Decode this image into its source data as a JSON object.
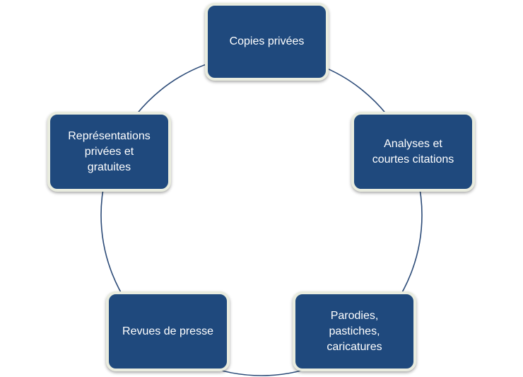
{
  "diagram": {
    "type": "cycle",
    "colors": {
      "node_fill": "#1f497d",
      "node_border": "#e9ecdf",
      "connector": "#2c4b78",
      "text": "#ffffff"
    },
    "nodes": [
      {
        "label": "Copies privées"
      },
      {
        "label": "Analyses et\ncourtes citations"
      },
      {
        "label": "Parodies,\npastiches,\ncaricatures"
      },
      {
        "label": "Revues de presse"
      },
      {
        "label": "Représentations\nprivées et\ngratuites"
      }
    ]
  }
}
